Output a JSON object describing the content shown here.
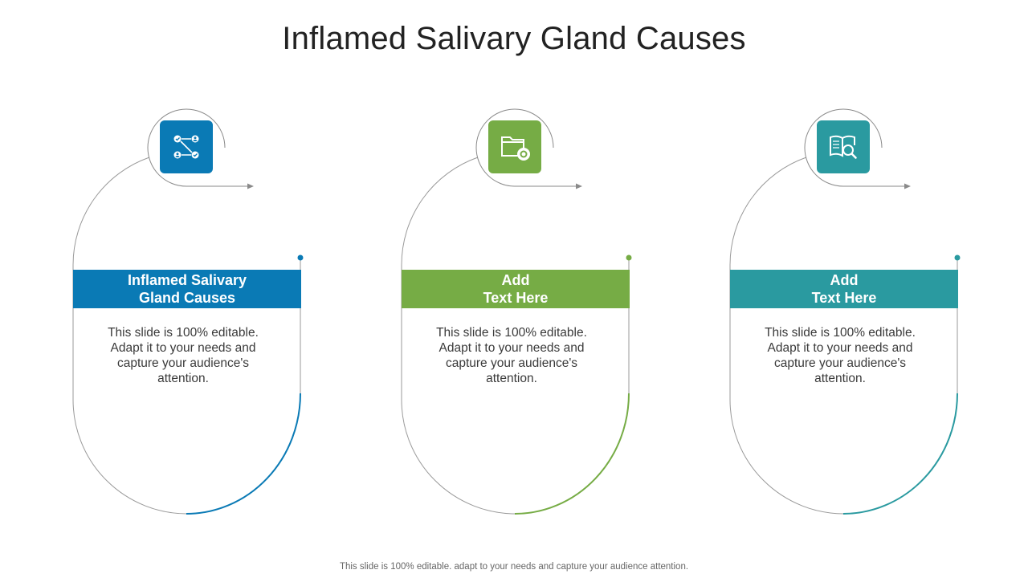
{
  "title": "Inflamed Salivary Gland Causes",
  "cards": [
    {
      "heading_line1": "Inflamed Salivary",
      "heading_line2": "Gland Causes",
      "description": "This slide is 100% editable. Adapt it to your needs and capture your audience's attention.",
      "color": "#0a7ab5",
      "icon": "network-connections-icon"
    },
    {
      "heading_line1": "Add",
      "heading_line2": "Text Here",
      "description": "This slide is 100% editable. Adapt it to your needs and capture your audience's attention.",
      "color": "#76ac45",
      "icon": "folder-settings-icon"
    },
    {
      "heading_line1": "Add",
      "heading_line2": "Text Here",
      "description": "This slide is 100% editable. Adapt it to your needs and capture your audience's attention.",
      "color": "#2a9aa0",
      "icon": "book-magnifier-icon"
    }
  ],
  "footer": "This slide is 100% editable. adapt to your needs and capture your audience attention."
}
